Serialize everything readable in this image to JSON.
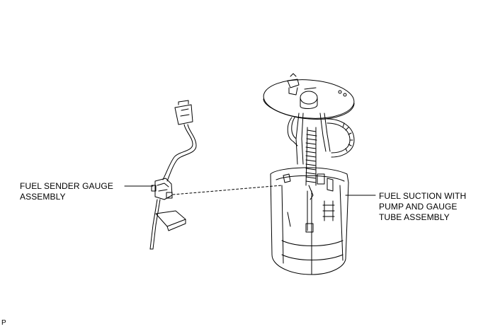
{
  "diagram": {
    "callouts": {
      "fuel_sender_gauge": {
        "line1": "FUEL SENDER GAUGE",
        "line2": "ASSEMBLY"
      },
      "fuel_suction_tube": {
        "line1": "FUEL SUCTION WITH",
        "line2": "PUMP AND GAUGE",
        "line3": "TUBE ASSEMBLY"
      }
    },
    "figure_code": "P"
  },
  "colors": {
    "line": "#000000",
    "background": "#ffffff"
  }
}
